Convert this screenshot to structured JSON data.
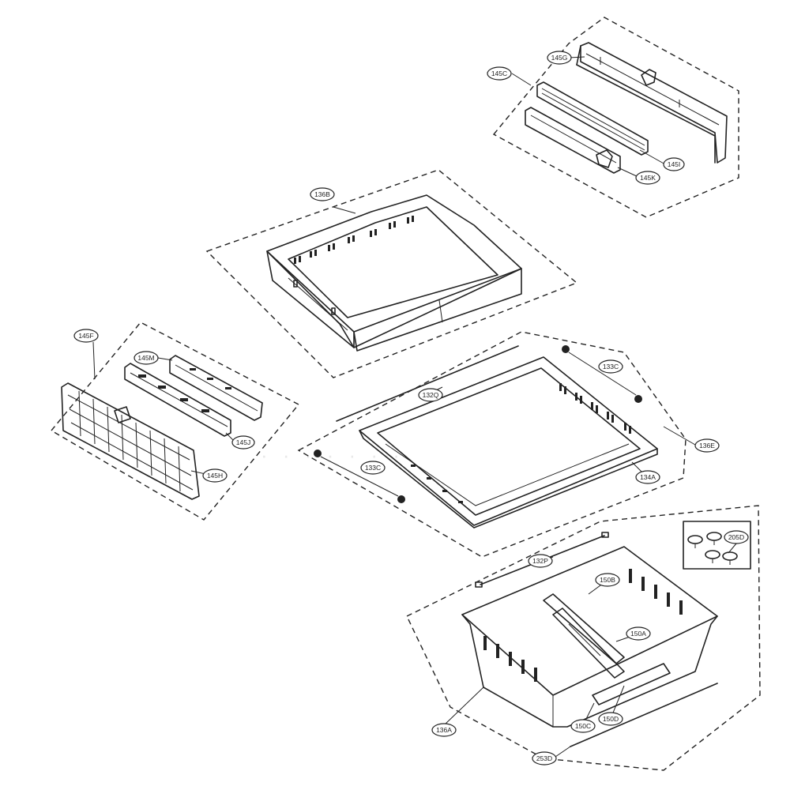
{
  "diagram": {
    "callouts": [
      {
        "id": "c145C",
        "label": "145C"
      },
      {
        "id": "c145G",
        "label": "145G"
      },
      {
        "id": "c145I",
        "label": "145I"
      },
      {
        "id": "c145K",
        "label": "145K"
      },
      {
        "id": "c136B",
        "label": "136B"
      },
      {
        "id": "c145F",
        "label": "145F"
      },
      {
        "id": "c145M",
        "label": "145M"
      },
      {
        "id": "c145J",
        "label": "145J"
      },
      {
        "id": "c145H",
        "label": "145H"
      },
      {
        "id": "c133C_a",
        "label": "133C"
      },
      {
        "id": "c132Q",
        "label": "132Q"
      },
      {
        "id": "c136E",
        "label": "136E"
      },
      {
        "id": "c133C_b",
        "label": "133C"
      },
      {
        "id": "c134A",
        "label": "134A"
      },
      {
        "id": "c132P",
        "label": "132P"
      },
      {
        "id": "c205D",
        "label": "205D"
      },
      {
        "id": "c150B",
        "label": "150B"
      },
      {
        "id": "c150A",
        "label": "150A"
      },
      {
        "id": "c150C",
        "label": "150C"
      },
      {
        "id": "c150D",
        "label": "150D"
      },
      {
        "id": "c136A",
        "label": "136A"
      },
      {
        "id": "c253D",
        "label": "253D"
      }
    ]
  }
}
